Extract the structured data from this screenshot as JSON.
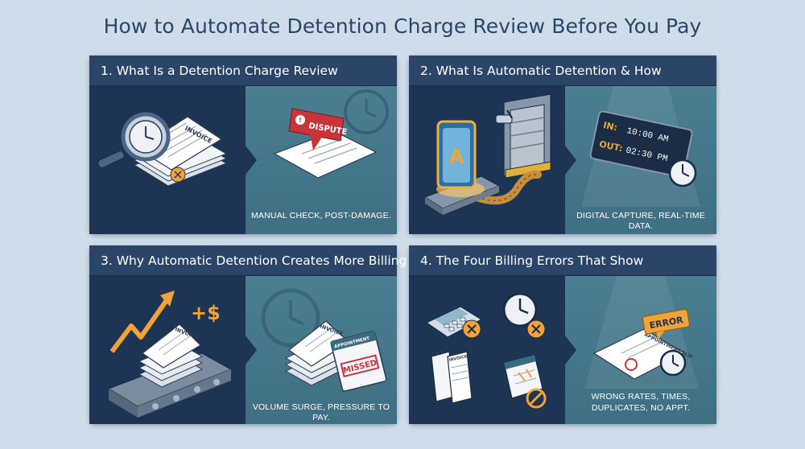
{
  "title": "How to Automate Detention Charge Review Before You Pay",
  "cards": [
    {
      "heading": "1. What Is a Detention Charge Review",
      "caption": "MANUAL CHECK, POST-DAMAGE.",
      "labels": {
        "invoice": "INVOICE",
        "dispute": "DISPUTE"
      }
    },
    {
      "heading": "2. What Is Automatic Detention & How",
      "caption": "DIGITAL CAPTURE, REAL-TIME DATA.",
      "labels": {
        "gate_letter": "A",
        "in_label": "IN:",
        "in_time": "10:00 AM",
        "out_label": "OUT:",
        "out_time": "02:30 PM"
      }
    },
    {
      "heading": "3. Why Automatic Detention Creates More Billing",
      "caption": "VOLUME SURGE, PRESSURE TO PAY.",
      "labels": {
        "plus_dollar": "+$",
        "invoice": "INVOICE",
        "appointment": "APPOINTMENT",
        "missed": "MISSED"
      }
    },
    {
      "heading": "4. The Four Billing Errors That Show",
      "caption_line1": "WRONG RATES, TIMES,",
      "caption_line2": "DUPLICATES, NO APPT.",
      "labels": {
        "invoice": "INVOICE",
        "error": "ERROR",
        "appointment": "APPOINTMENT SLIP"
      }
    }
  ]
}
